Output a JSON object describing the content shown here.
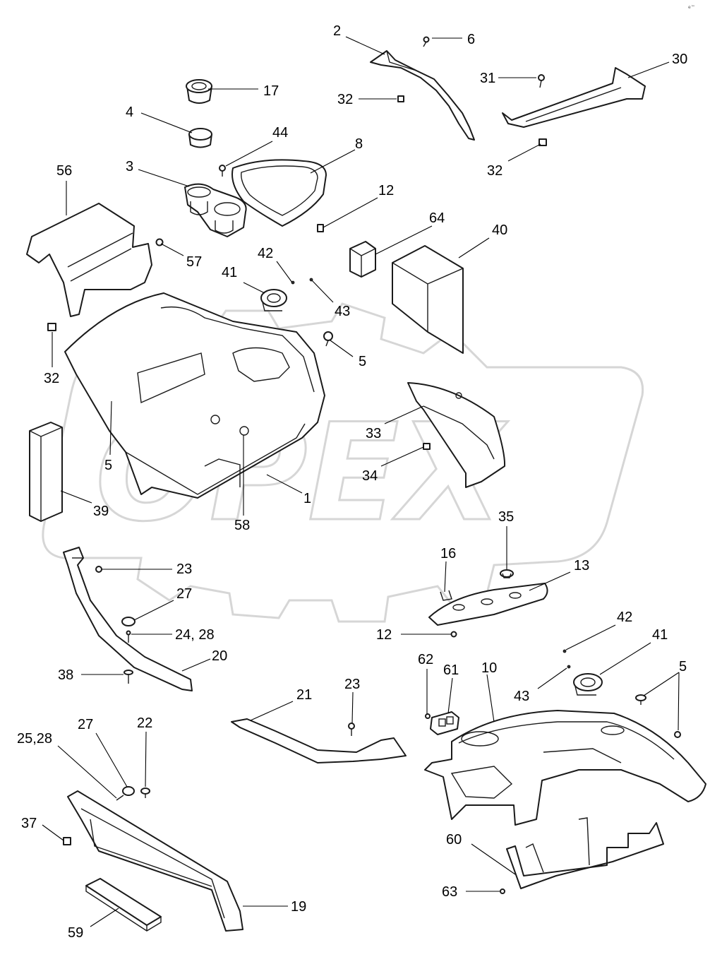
{
  "watermark": "OPEX",
  "corner_mark": "e™",
  "callouts": [
    {
      "label": "1"
    },
    {
      "label": "2"
    },
    {
      "label": "3"
    },
    {
      "label": "4"
    },
    {
      "label": "5"
    },
    {
      "label": "5"
    },
    {
      "label": "5"
    },
    {
      "label": "6"
    },
    {
      "label": "8"
    },
    {
      "label": "10"
    },
    {
      "label": "12"
    },
    {
      "label": "12"
    },
    {
      "label": "13"
    },
    {
      "label": "16"
    },
    {
      "label": "17"
    },
    {
      "label": "19"
    },
    {
      "label": "20"
    },
    {
      "label": "21"
    },
    {
      "label": "22"
    },
    {
      "label": "23"
    },
    {
      "label": "23"
    },
    {
      "label": "24, 28"
    },
    {
      "label": "25,28"
    },
    {
      "label": "27"
    },
    {
      "label": "27"
    },
    {
      "label": "30"
    },
    {
      "label": "31"
    },
    {
      "label": "32"
    },
    {
      "label": "32"
    },
    {
      "label": "32"
    },
    {
      "label": "33"
    },
    {
      "label": "34"
    },
    {
      "label": "35"
    },
    {
      "label": "37"
    },
    {
      "label": "38"
    },
    {
      "label": "39"
    },
    {
      "label": "40"
    },
    {
      "label": "41"
    },
    {
      "label": "41"
    },
    {
      "label": "42"
    },
    {
      "label": "42"
    },
    {
      "label": "43"
    },
    {
      "label": "43"
    },
    {
      "label": "44"
    },
    {
      "label": "56"
    },
    {
      "label": "57"
    },
    {
      "label": "58"
    },
    {
      "label": "59"
    },
    {
      "label": "60"
    },
    {
      "label": "61"
    },
    {
      "label": "62"
    },
    {
      "label": "63"
    },
    {
      "label": "64"
    }
  ]
}
